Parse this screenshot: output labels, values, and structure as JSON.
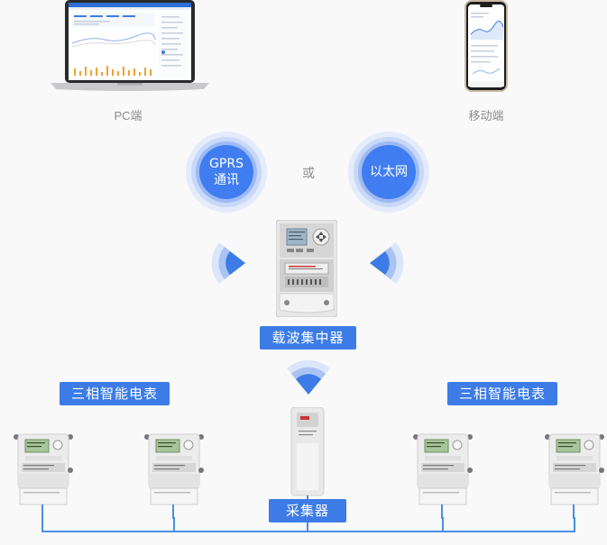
{
  "labels": {
    "pc": "PC端",
    "mobile": "移动端",
    "gprs": "GPRS\n通讯",
    "or": "或",
    "ethernet": "以太网",
    "concentrator": "载波集中器",
    "meter_left": "三相智能电表",
    "meter_right": "三相智能电表",
    "collector": "采集器"
  },
  "colors": {
    "accent": "#3d7ce6",
    "wire": "#4a90e2",
    "background": "#f9f9f9"
  }
}
